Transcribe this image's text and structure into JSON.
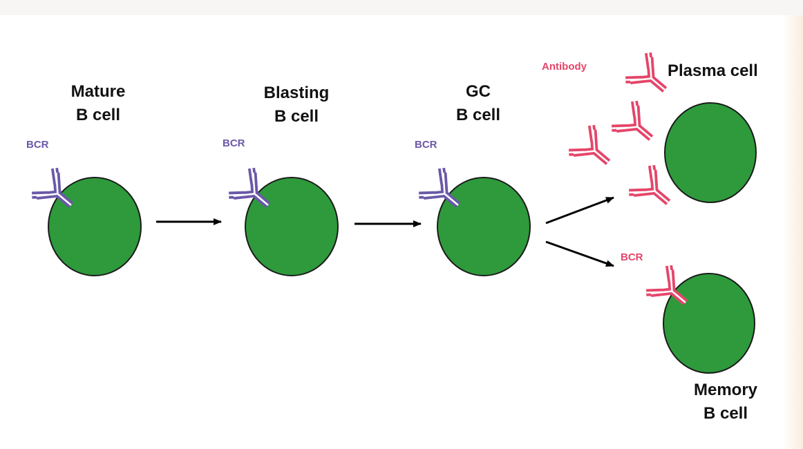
{
  "stages": [
    {
      "line1": "Mature",
      "line2": "B cell",
      "receptor": "BCR"
    },
    {
      "line1": "Blasting",
      "line2": "B cell",
      "receptor": "BCR"
    },
    {
      "line1": "GC",
      "line2": "B cell",
      "receptor": "BCR"
    }
  ],
  "outcomes": {
    "plasma": {
      "label": "Plasma cell",
      "secreted": "Antibody"
    },
    "memory": {
      "line1": "Memory",
      "line2": "B cell",
      "receptor": "BCR"
    }
  },
  "colors": {
    "cell_fill": "#2e9a3c",
    "cell_stroke": "#1a1a1a",
    "bcr_purple": "#6a58a8",
    "antibody_red": "#e5456a",
    "arrow": "#000000"
  }
}
